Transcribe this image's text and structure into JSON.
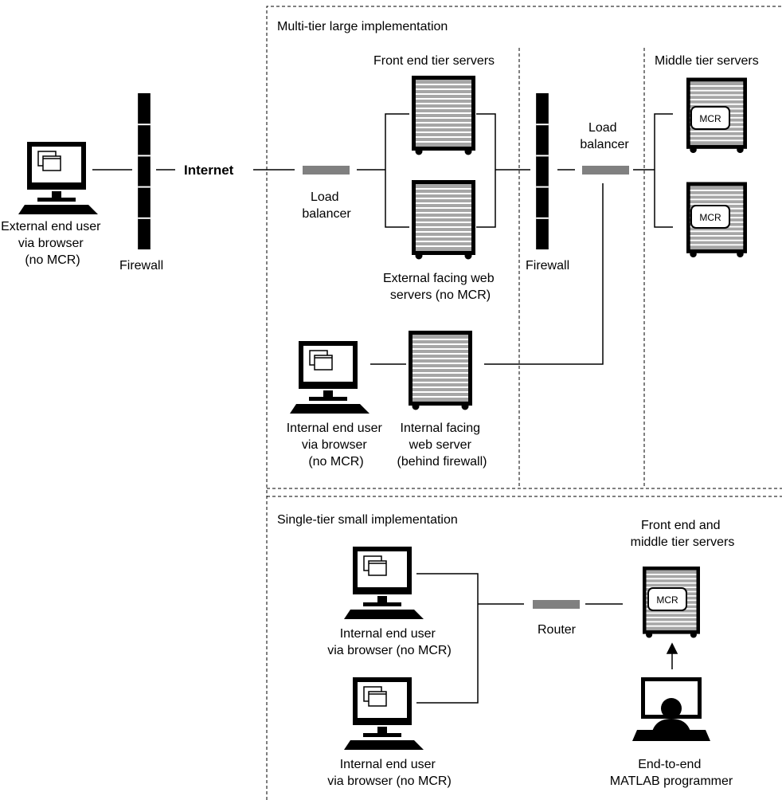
{
  "sections": {
    "multi_tier_title": "Multi-tier large implementation",
    "single_tier_title": "Single-tier small implementation"
  },
  "labels": {
    "front_end_tier": "Front end tier servers",
    "middle_tier": "Middle tier servers",
    "internet": "Internet",
    "firewall_left": "Firewall",
    "firewall_mid": "Firewall",
    "external_user": [
      "External end user",
      "via browser",
      "(no MCR)"
    ],
    "load_balancer_1": [
      "Load",
      "balancer"
    ],
    "load_balancer_2": [
      "Load",
      "balancer"
    ],
    "external_web": [
      "External facing web",
      "servers (no MCR)"
    ],
    "internal_user_top": [
      "Internal end user",
      "via browser",
      "(no MCR)"
    ],
    "internal_web": [
      "Internal facing",
      "web server",
      "(behind firewall)"
    ],
    "front_middle": [
      "Front end and",
      "middle tier servers"
    ],
    "router": "Router",
    "internal_user_1": [
      "Internal end user",
      "via browser (no MCR)"
    ],
    "internal_user_2": [
      "Internal end user",
      "via browser (no MCR)"
    ],
    "programmer": [
      "End-to-end",
      "MATLAB programmer"
    ],
    "mcr": "MCR"
  }
}
